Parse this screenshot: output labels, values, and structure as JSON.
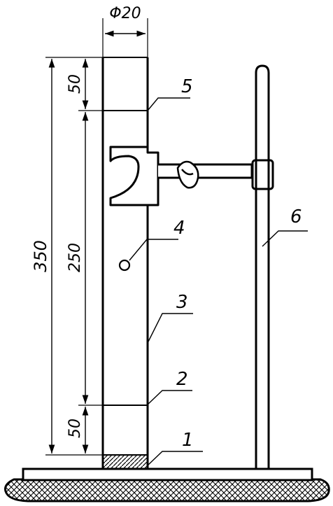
{
  "diagram": {
    "dimensions": {
      "diameter": "Φ20",
      "total_height": "350",
      "middle_section": "250",
      "top_section": "50",
      "bottom_section": "50"
    },
    "callouts": {
      "part_1": "1",
      "part_2": "2",
      "part_3": "3",
      "part_4": "4",
      "part_5": "5",
      "part_6": "6"
    }
  }
}
